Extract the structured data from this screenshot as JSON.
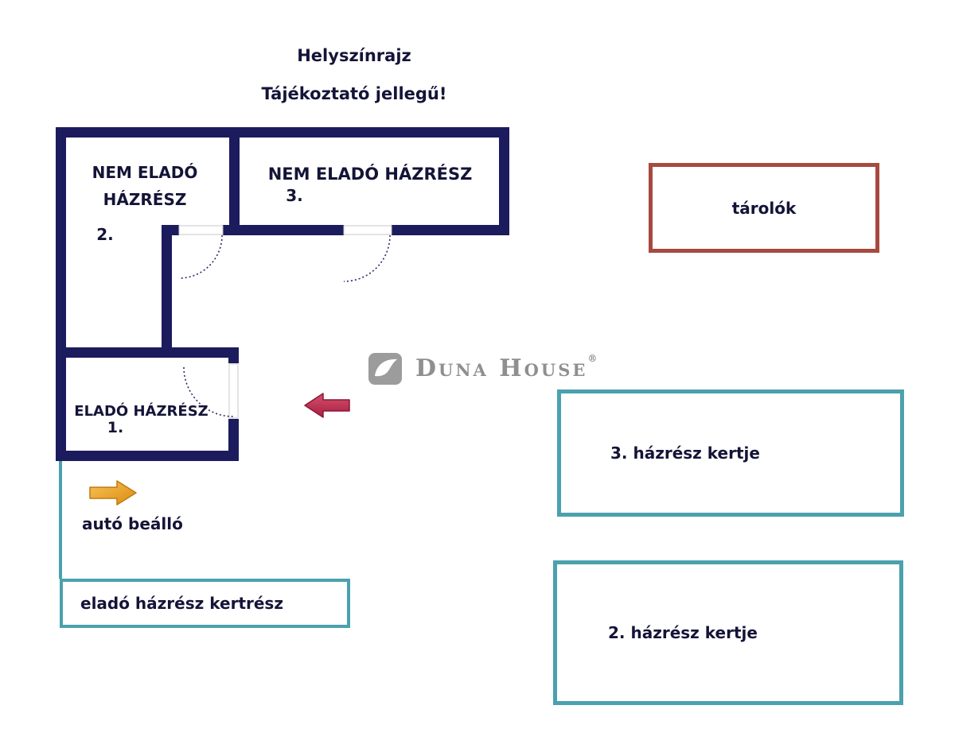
{
  "header": {
    "title": "Helyszínrajz",
    "subtitle": "Tájékoztató jellegű!"
  },
  "floorplan": {
    "room2": {
      "label": "NEM ELADÓ HÁZRÉSZ",
      "number": "2."
    },
    "room3": {
      "label": "NEM ELADÓ HÁZRÉSZ",
      "number": "3."
    },
    "room1": {
      "label": "ELADÓ HÁZRÉSZ",
      "number": "1."
    }
  },
  "areas": {
    "storage_label": "tárolók",
    "garden3_label": "3. házrész kertje",
    "garden2_label": "2. házrész kertje",
    "sale_garden_label": "eladó házrész kertrész",
    "carport_label": "autó beálló"
  },
  "watermark": {
    "brand": "Duna House",
    "registered": "®"
  },
  "colors": {
    "wall_navy": "#1b1b5e",
    "teal": "#4ba1ad",
    "storage_red": "#a8493f",
    "arrow_red": "#c23353",
    "arrow_orange": "#e89b1e",
    "text": "#141438",
    "logo_gray": "#8f8f8f"
  }
}
